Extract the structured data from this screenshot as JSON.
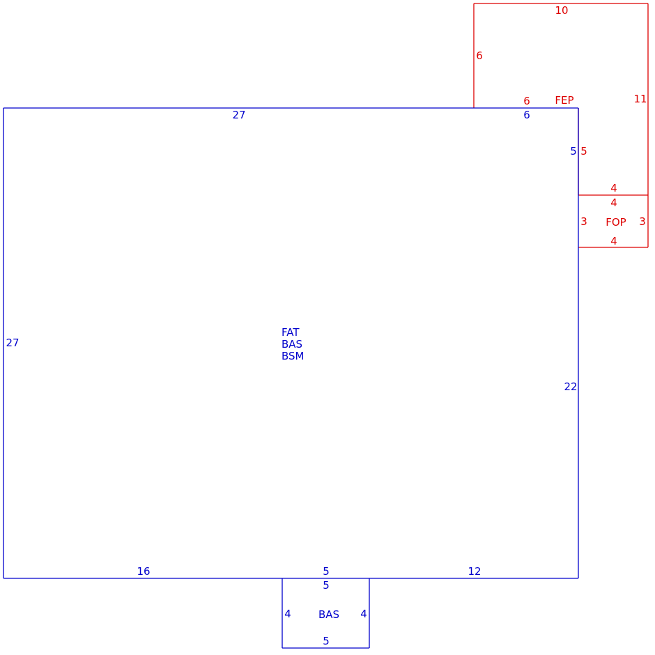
{
  "colors": {
    "living_area": "#0000cc",
    "porch_area": "#dd0000",
    "background": "#ffffff"
  },
  "areas": {
    "main": {
      "codes": [
        "FAT",
        "BAS",
        "BSM"
      ],
      "dims": {
        "top": "27",
        "top_right": "6",
        "left": "27",
        "right_upper": "5",
        "right_lower": "22",
        "bottom_left": "16",
        "bottom_mid": "5",
        "bottom_right": "12"
      }
    },
    "bump": {
      "code": "BAS",
      "dims": {
        "top": "5",
        "left": "4",
        "right": "4",
        "bottom": "5"
      }
    },
    "fep": {
      "code": "FEP",
      "dims": {
        "top": "10",
        "left": "6",
        "bottom_left": "6",
        "right": "11",
        "inner_right": "5",
        "bottom": "4"
      }
    },
    "fop": {
      "code": "FOP",
      "dims": {
        "top": "4",
        "left": "3",
        "right": "3",
        "bottom": "4"
      }
    }
  }
}
